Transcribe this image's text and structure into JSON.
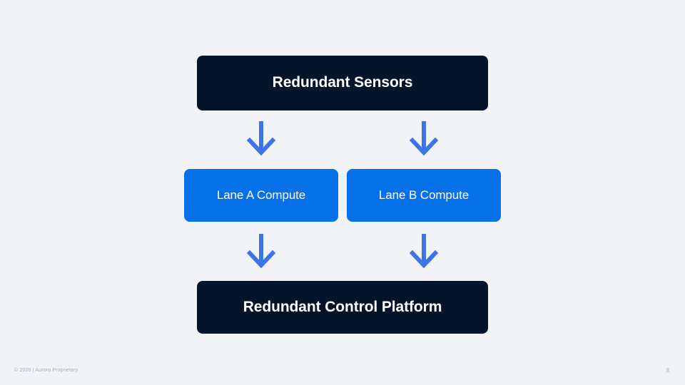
{
  "slide": {
    "background_color": "#f1f3f7",
    "accent_blue": "#0670e8",
    "arrow_blue": "#3d74e8",
    "dark_navy": "#041429",
    "nodes": {
      "sensors": {
        "label": "Redundant Sensors"
      },
      "lane_a": {
        "label": "Lane A Compute"
      },
      "lane_b": {
        "label": "Lane B Compute"
      },
      "platform": {
        "label": "Redundant Control Platform"
      }
    },
    "arrows": {
      "sensors_to_lane_a": "down-arrow-icon",
      "sensors_to_lane_b": "down-arrow-icon",
      "lane_a_to_platform": "down-arrow-icon",
      "lane_b_to_platform": "down-arrow-icon"
    },
    "footer": {
      "copyright": "© 2026 | Aurora Proprietary",
      "page_number": "8"
    }
  }
}
